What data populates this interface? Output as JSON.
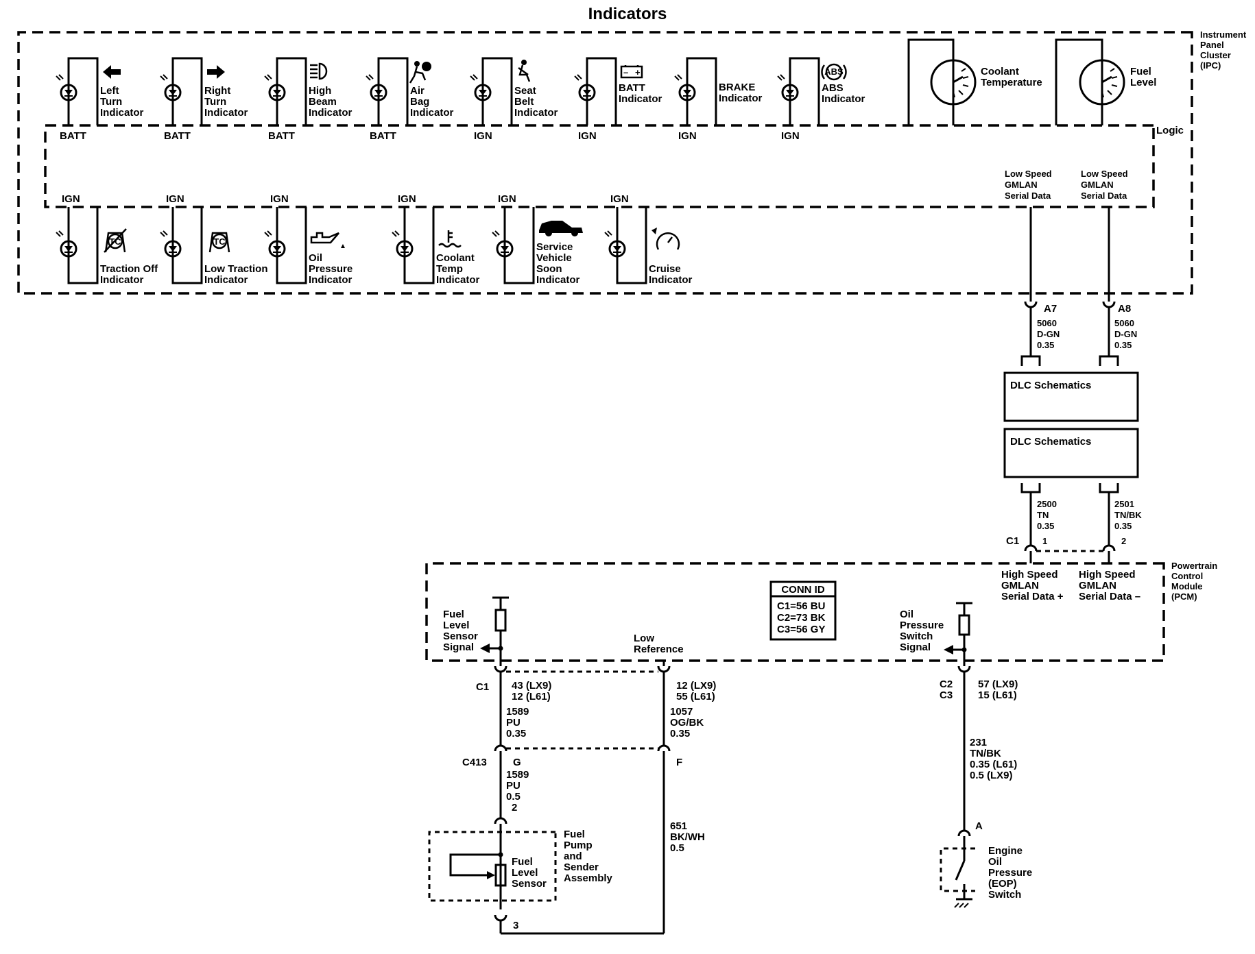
{
  "title": "Indicators",
  "ipc": {
    "name": [
      "Instrument",
      "Panel",
      "Cluster",
      "(IPC)"
    ],
    "logic_label": "Logic"
  },
  "top_indicators": [
    {
      "lines": [
        "Left",
        "Turn",
        "Indicator"
      ],
      "supply": "BATT",
      "icon": "left-arrow-icon"
    },
    {
      "lines": [
        "Right",
        "Turn",
        "Indicator"
      ],
      "supply": "BATT",
      "icon": "right-arrow-icon"
    },
    {
      "lines": [
        "High",
        "Beam",
        "Indicator"
      ],
      "supply": "BATT",
      "icon": "high-beam-icon"
    },
    {
      "lines": [
        "Air",
        "Bag",
        "Indicator"
      ],
      "supply": "BATT",
      "icon": "airbag-icon"
    },
    {
      "lines": [
        "Seat",
        "Belt",
        "Indicator"
      ],
      "supply": "IGN",
      "icon": "seat-belt-icon"
    },
    {
      "lines": [
        "BATT",
        "Indicator"
      ],
      "supply": "IGN",
      "icon": "battery-icon"
    },
    {
      "lines": [
        "BRAKE",
        "Indicator"
      ],
      "supply": "IGN",
      "icon": ""
    },
    {
      "lines": [
        "ABS",
        "Indicator"
      ],
      "supply": "IGN",
      "icon": "abs-icon",
      "icon_text": "ABS"
    }
  ],
  "bottom_indicators": [
    {
      "lines": [
        "Traction Off",
        "Indicator"
      ],
      "supply": "IGN",
      "icon": "traction-off-icon",
      "icon_text": "TC"
    },
    {
      "lines": [
        "Low Traction",
        "Indicator"
      ],
      "supply": "IGN",
      "icon": "low-traction-icon",
      "icon_text": "TC"
    },
    {
      "lines": [
        "Oil",
        "Pressure",
        "Indicator"
      ],
      "supply": "IGN",
      "icon": "oil-can-icon"
    },
    {
      "lines": [
        "Coolant",
        "Temp",
        "Indicator"
      ],
      "supply": "IGN",
      "icon": "coolant-temp-icon"
    },
    {
      "lines": [
        "Service",
        "Vehicle",
        "Soon",
        "Indicator"
      ],
      "supply": "IGN",
      "icon": "service-car-icon"
    },
    {
      "lines": [
        "Cruise",
        "Indicator"
      ],
      "supply": "IGN",
      "icon": "cruise-icon"
    }
  ],
  "gauges": [
    {
      "lines": [
        "Coolant",
        "Temperature"
      ]
    },
    {
      "lines": [
        "Fuel",
        "Level"
      ]
    }
  ],
  "serial_labels": [
    {
      "lines": [
        "Low Speed",
        "GMLAN",
        "Serial Data"
      ]
    },
    {
      "lines": [
        "Low Speed",
        "GMLAN",
        "Serial Data"
      ]
    }
  ],
  "ipc_pins": [
    {
      "pin": "A7",
      "circuit": [
        "5060",
        "D-GN",
        "0.35"
      ]
    },
    {
      "pin": "A8",
      "circuit": [
        "5060",
        "D-GN",
        "0.35"
      ]
    }
  ],
  "dlc_boxes": [
    "DLC Schematics",
    "DLC Schematics"
  ],
  "dlc_circuits": [
    {
      "circuit": [
        "2500",
        "TN",
        "0.35"
      ],
      "pin": "1"
    },
    {
      "circuit": [
        "2501",
        "TN/BK",
        "0.35"
      ],
      "pin": "2"
    }
  ],
  "pcm": {
    "name": [
      "Powertrain",
      "Control",
      "Module",
      "(PCM)"
    ],
    "connector": "C1",
    "hs_labels": [
      {
        "lines": [
          "High Speed",
          "GMLAN",
          "Serial Data +"
        ]
      },
      {
        "lines": [
          "High Speed",
          "GMLAN",
          "Serial Data –"
        ]
      }
    ],
    "conn_id": {
      "header": "CONN ID",
      "rows": [
        "C1=56 BU",
        "C2=73 BK",
        "C3=56 GY"
      ]
    },
    "fuel_signal": [
      "Fuel",
      "Level",
      "Sensor",
      "Signal"
    ],
    "low_ref": [
      "Low",
      "Reference"
    ],
    "oil_signal": [
      "Oil",
      "Pressure",
      "Switch",
      "Signal"
    ]
  },
  "lower": {
    "c1_label": "C1",
    "c1_pins_left": [
      "43 (LX9)",
      "12 (L61)"
    ],
    "c1_pins_right": [
      "12 (LX9)",
      "55 (L61)"
    ],
    "wire_1589_a": [
      "1589",
      "PU",
      "0.35"
    ],
    "wire_1057": [
      "1057",
      "OG/BK",
      "0.35"
    ],
    "c413_label": "C413",
    "c413_pin_g": "G",
    "c413_pin_f": "F",
    "wire_1589_b": [
      "1589",
      "PU",
      "0.5",
      "2"
    ],
    "wire_651": [
      "651",
      "BK/WH",
      "0.5"
    ],
    "fuel_assembly": [
      "Fuel",
      "Pump",
      "and",
      "Sender",
      "Assembly"
    ],
    "fuel_sensor": [
      "Fuel",
      "Level",
      "Sensor"
    ],
    "pin_3": "3",
    "c2c3_labels": [
      "C2",
      "C3"
    ],
    "c2c3_pins": [
      "57 (LX9)",
      "15 (L61)"
    ],
    "wire_231": [
      "231",
      "TN/BK",
      "0.35 (L61)",
      "0.5 (LX9)"
    ],
    "pin_a": "A",
    "eop_switch": [
      "Engine",
      "Oil",
      "Pressure",
      "(EOP)",
      "Switch"
    ]
  }
}
